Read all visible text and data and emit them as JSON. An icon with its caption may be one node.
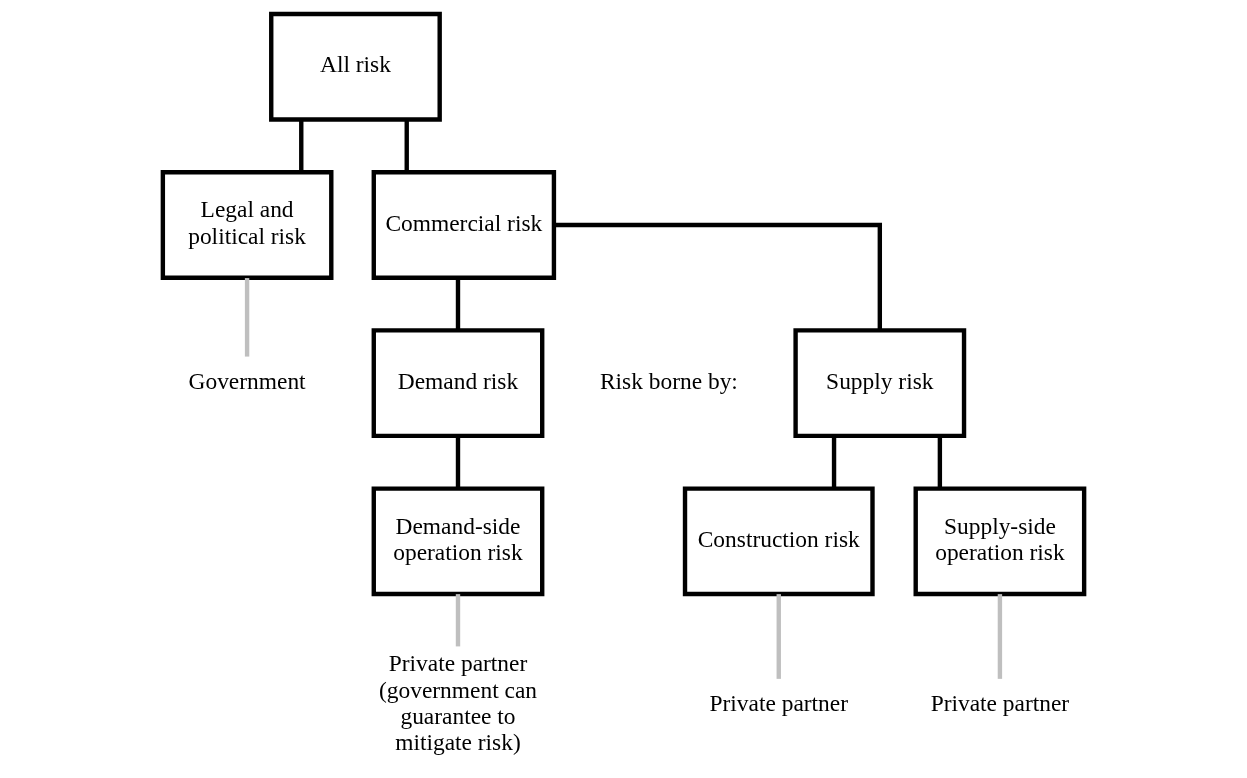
{
  "diagram": {
    "nodes": [
      {
        "text": [
          "All risk"
        ]
      },
      {
        "text": [
          "Legal and political risk"
        ]
      },
      {
        "text": [
          "Commercial risk"
        ]
      },
      {
        "text": [
          "Demand risk"
        ]
      },
      {
        "text": [
          "Supply risk"
        ]
      },
      {
        "text": [
          "Demand-side operation risk"
        ]
      },
      {
        "text": [
          "Supply-side operation risk"
        ]
      },
      {
        "text": [
          "Construction risk"
        ]
      },
      {
        "text": [
          "Government"
        ]
      },
      {
        "text": [
          "Private partner (government can guarantee to mitigate risk)"
        ]
      },
      {
        "text": [
          "Private partner"
        ]
      },
      {
        "text": [
          "Private partner"
        ]
      }
    ],
    "edges": [
      {
        "from": 0,
        "to": 1,
        "arrow": "none"
      },
      {
        "from": 0,
        "to": 2,
        "arrow": "none"
      },
      {
        "from": 2,
        "to": 3,
        "arrow": "none"
      },
      {
        "from": 2,
        "to": 4,
        "arrow": "none"
      },
      {
        "from": 3,
        "to": 5,
        "arrow": "none"
      },
      {
        "from": 4,
        "to": 6,
        "arrow": "none"
      },
      {
        "from": 4,
        "to": 7,
        "arrow": "none"
      },
      {
        "from": 1,
        "to": 8,
        "arrow": "none",
        "color": "#bfbfbf"
      },
      {
        "from": 5,
        "to": 9,
        "arrow": "none",
        "color": "#bfbfbf"
      },
      {
        "from": 6,
        "to": 10,
        "arrow": "none",
        "color": "#bfbfbf"
      },
      {
        "from": 7,
        "to": 11,
        "arrow": "none",
        "color": "#bfbfbf"
      }
    ],
    "labels": [
      "Risk borne by:"
    ]
  }
}
